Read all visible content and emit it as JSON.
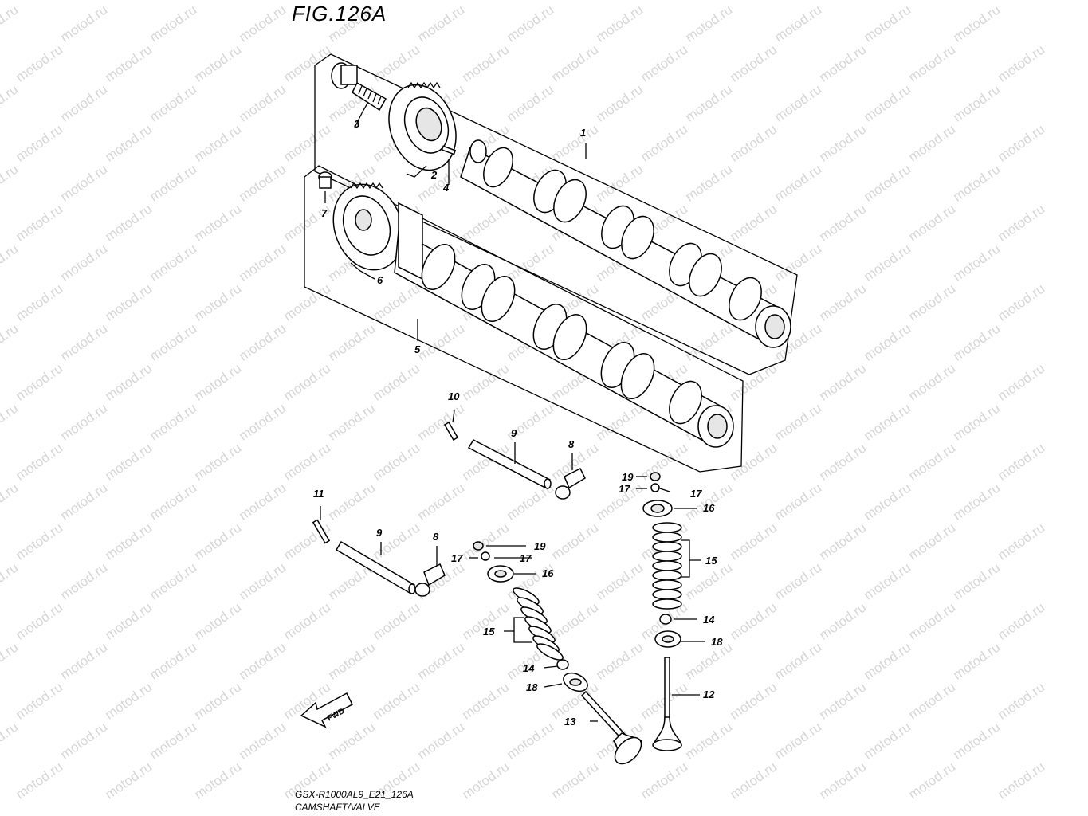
{
  "figure": {
    "title": "FIG.126A",
    "model_code": "GSX-R1000AL9_E21_126A",
    "caption": "CAMSHAFT/VALVE",
    "watermark": "motod.ru",
    "fwd_label": "FWD"
  },
  "callouts": {
    "c1": "1",
    "c2": "2",
    "c3": "3",
    "c4": "4",
    "c5": "5",
    "c6": "6",
    "c7": "7",
    "c8a": "8",
    "c8b": "8",
    "c9a": "9",
    "c9b": "9",
    "c10": "10",
    "c11": "11",
    "c12": "12",
    "c13": "13",
    "c14a": "14",
    "c14b": "14",
    "c15a": "15",
    "c15b": "15",
    "c16a": "16",
    "c16b": "16",
    "c17a": "17",
    "c17b": "17",
    "c17c": "17",
    "c17d": "17",
    "c18a": "18",
    "c18b": "18",
    "c19a": "19",
    "c19b": "19"
  }
}
